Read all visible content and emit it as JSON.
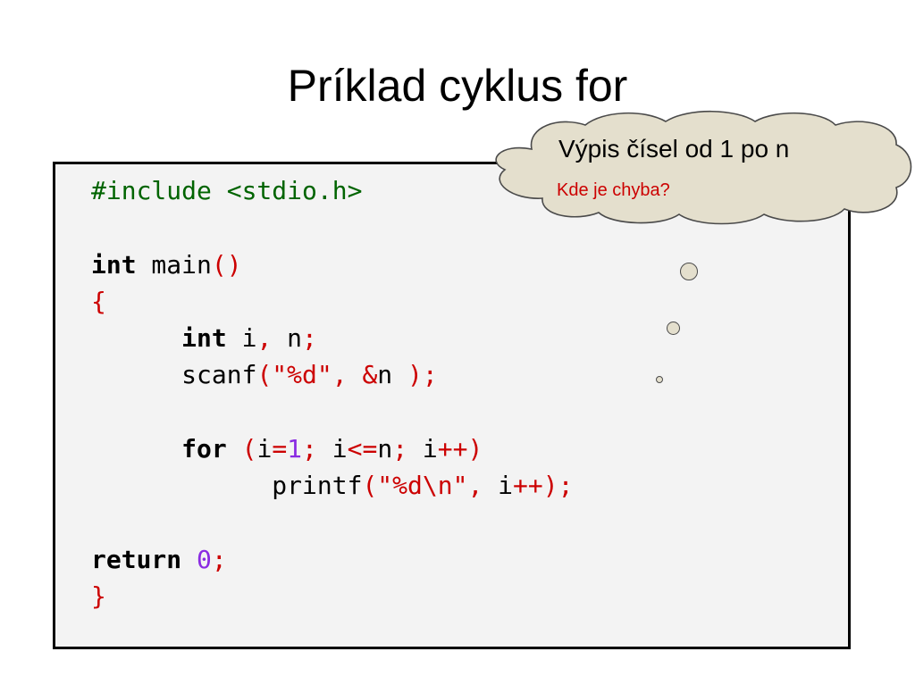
{
  "slide": {
    "title": "Príklad cyklus for"
  },
  "code_lines": [
    [
      {
        "t": "#include <stdio.h>",
        "c": "pre"
      }
    ],
    [],
    [
      {
        "t": "int",
        "c": "kw"
      },
      {
        "t": " main",
        "c": "plain"
      },
      {
        "t": "()",
        "c": "punc"
      }
    ],
    [
      {
        "t": "{",
        "c": "punc"
      }
    ],
    [
      {
        "t": "      ",
        "c": "plain"
      },
      {
        "t": "int",
        "c": "kw"
      },
      {
        "t": " i",
        "c": "plain"
      },
      {
        "t": ",",
        "c": "punc"
      },
      {
        "t": " n",
        "c": "plain"
      },
      {
        "t": ";",
        "c": "punc"
      }
    ],
    [
      {
        "t": "      scanf",
        "c": "plain"
      },
      {
        "t": "(\"%d\", &",
        "c": "punc"
      },
      {
        "t": "n ",
        "c": "plain"
      },
      {
        "t": ");",
        "c": "punc"
      }
    ],
    [],
    [
      {
        "t": "      ",
        "c": "plain"
      },
      {
        "t": "for",
        "c": "kw"
      },
      {
        "t": " (",
        "c": "punc"
      },
      {
        "t": "i",
        "c": "plain"
      },
      {
        "t": "=",
        "c": "punc"
      },
      {
        "t": "1",
        "c": "num"
      },
      {
        "t": ";",
        "c": "punc"
      },
      {
        "t": " i",
        "c": "plain"
      },
      {
        "t": "<=",
        "c": "punc"
      },
      {
        "t": "n",
        "c": "plain"
      },
      {
        "t": ";",
        "c": "punc"
      },
      {
        "t": " i",
        "c": "plain"
      },
      {
        "t": "++)",
        "c": "punc"
      }
    ],
    [
      {
        "t": "            printf",
        "c": "plain"
      },
      {
        "t": "(\"%d\\n\", ",
        "c": "punc"
      },
      {
        "t": "i",
        "c": "plain"
      },
      {
        "t": "++);",
        "c": "punc"
      }
    ],
    [],
    [
      {
        "t": "return",
        "c": "kw"
      },
      {
        "t": " ",
        "c": "plain"
      },
      {
        "t": "0",
        "c": "num"
      },
      {
        "t": ";",
        "c": "punc"
      }
    ],
    [
      {
        "t": "}",
        "c": "punc"
      }
    ]
  ],
  "callout": {
    "title": "Výpis čísel od 1 po n",
    "question": "Kde je chyba?"
  },
  "colors": {
    "preprocessor": "#006400",
    "punctuation": "#cc0000",
    "number": "#8a2be2",
    "cloud_fill": "#e4dfcd",
    "box_fill": "#f3f3f3"
  }
}
